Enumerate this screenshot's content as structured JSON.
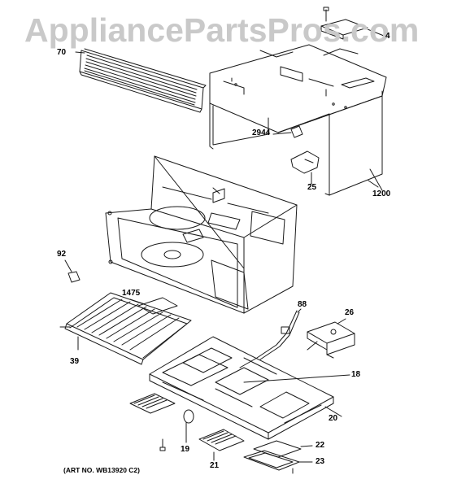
{
  "watermark": "AppliancePartsPros.com",
  "labels": {
    "p70": "70",
    "p4": "4",
    "p2944": "2944",
    "p25": "25",
    "p1200": "1200",
    "p92": "92",
    "p1475": "1475",
    "p88": "88",
    "p26": "26",
    "p39": "39",
    "p18": "18",
    "p20": "20",
    "p22": "22",
    "p19": "19",
    "p21": "21",
    "p23": "23"
  },
  "art_number": "(ART NO. WB13920 C2)",
  "colors": {
    "line": "#1a1a1a",
    "watermark": "#c9c9c9",
    "background": "#ffffff"
  }
}
